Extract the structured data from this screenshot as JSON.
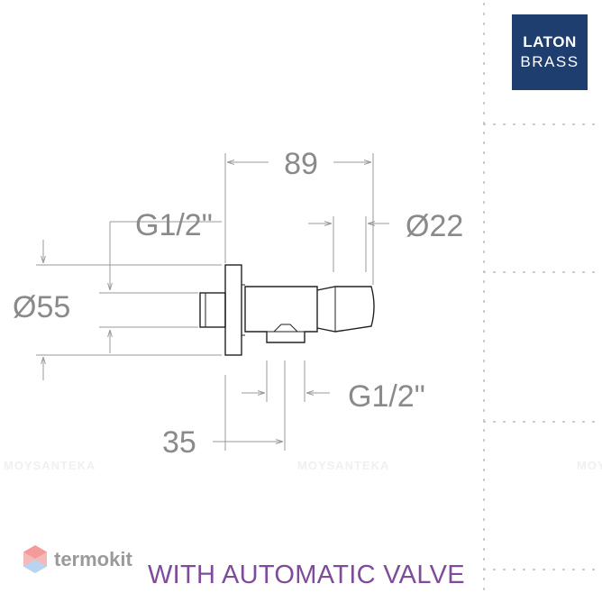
{
  "logo": {
    "line1": "LATON",
    "line2": "BRASS"
  },
  "dimensions": {
    "length": "89",
    "thread_top": "G1/2\"",
    "outlet_diameter": "Ø22",
    "flange_diameter": "Ø55",
    "thread_bottom": "G1/2\"",
    "offset": "35"
  },
  "watermark": {
    "left": "MOYSANTEKA",
    "center": "MOYSANTEKA",
    "right": "MOYSANTEKA"
  },
  "brand": {
    "name": "termokit"
  },
  "caption": "WITH AUTOMATIC VALVE",
  "colors": {
    "line": "#9a9a9a",
    "dim_text": "#8a8a8a",
    "logo_bg": "#1f3e70",
    "caption": "#7e4c9a",
    "grid_dots": "#c4c4c4"
  }
}
